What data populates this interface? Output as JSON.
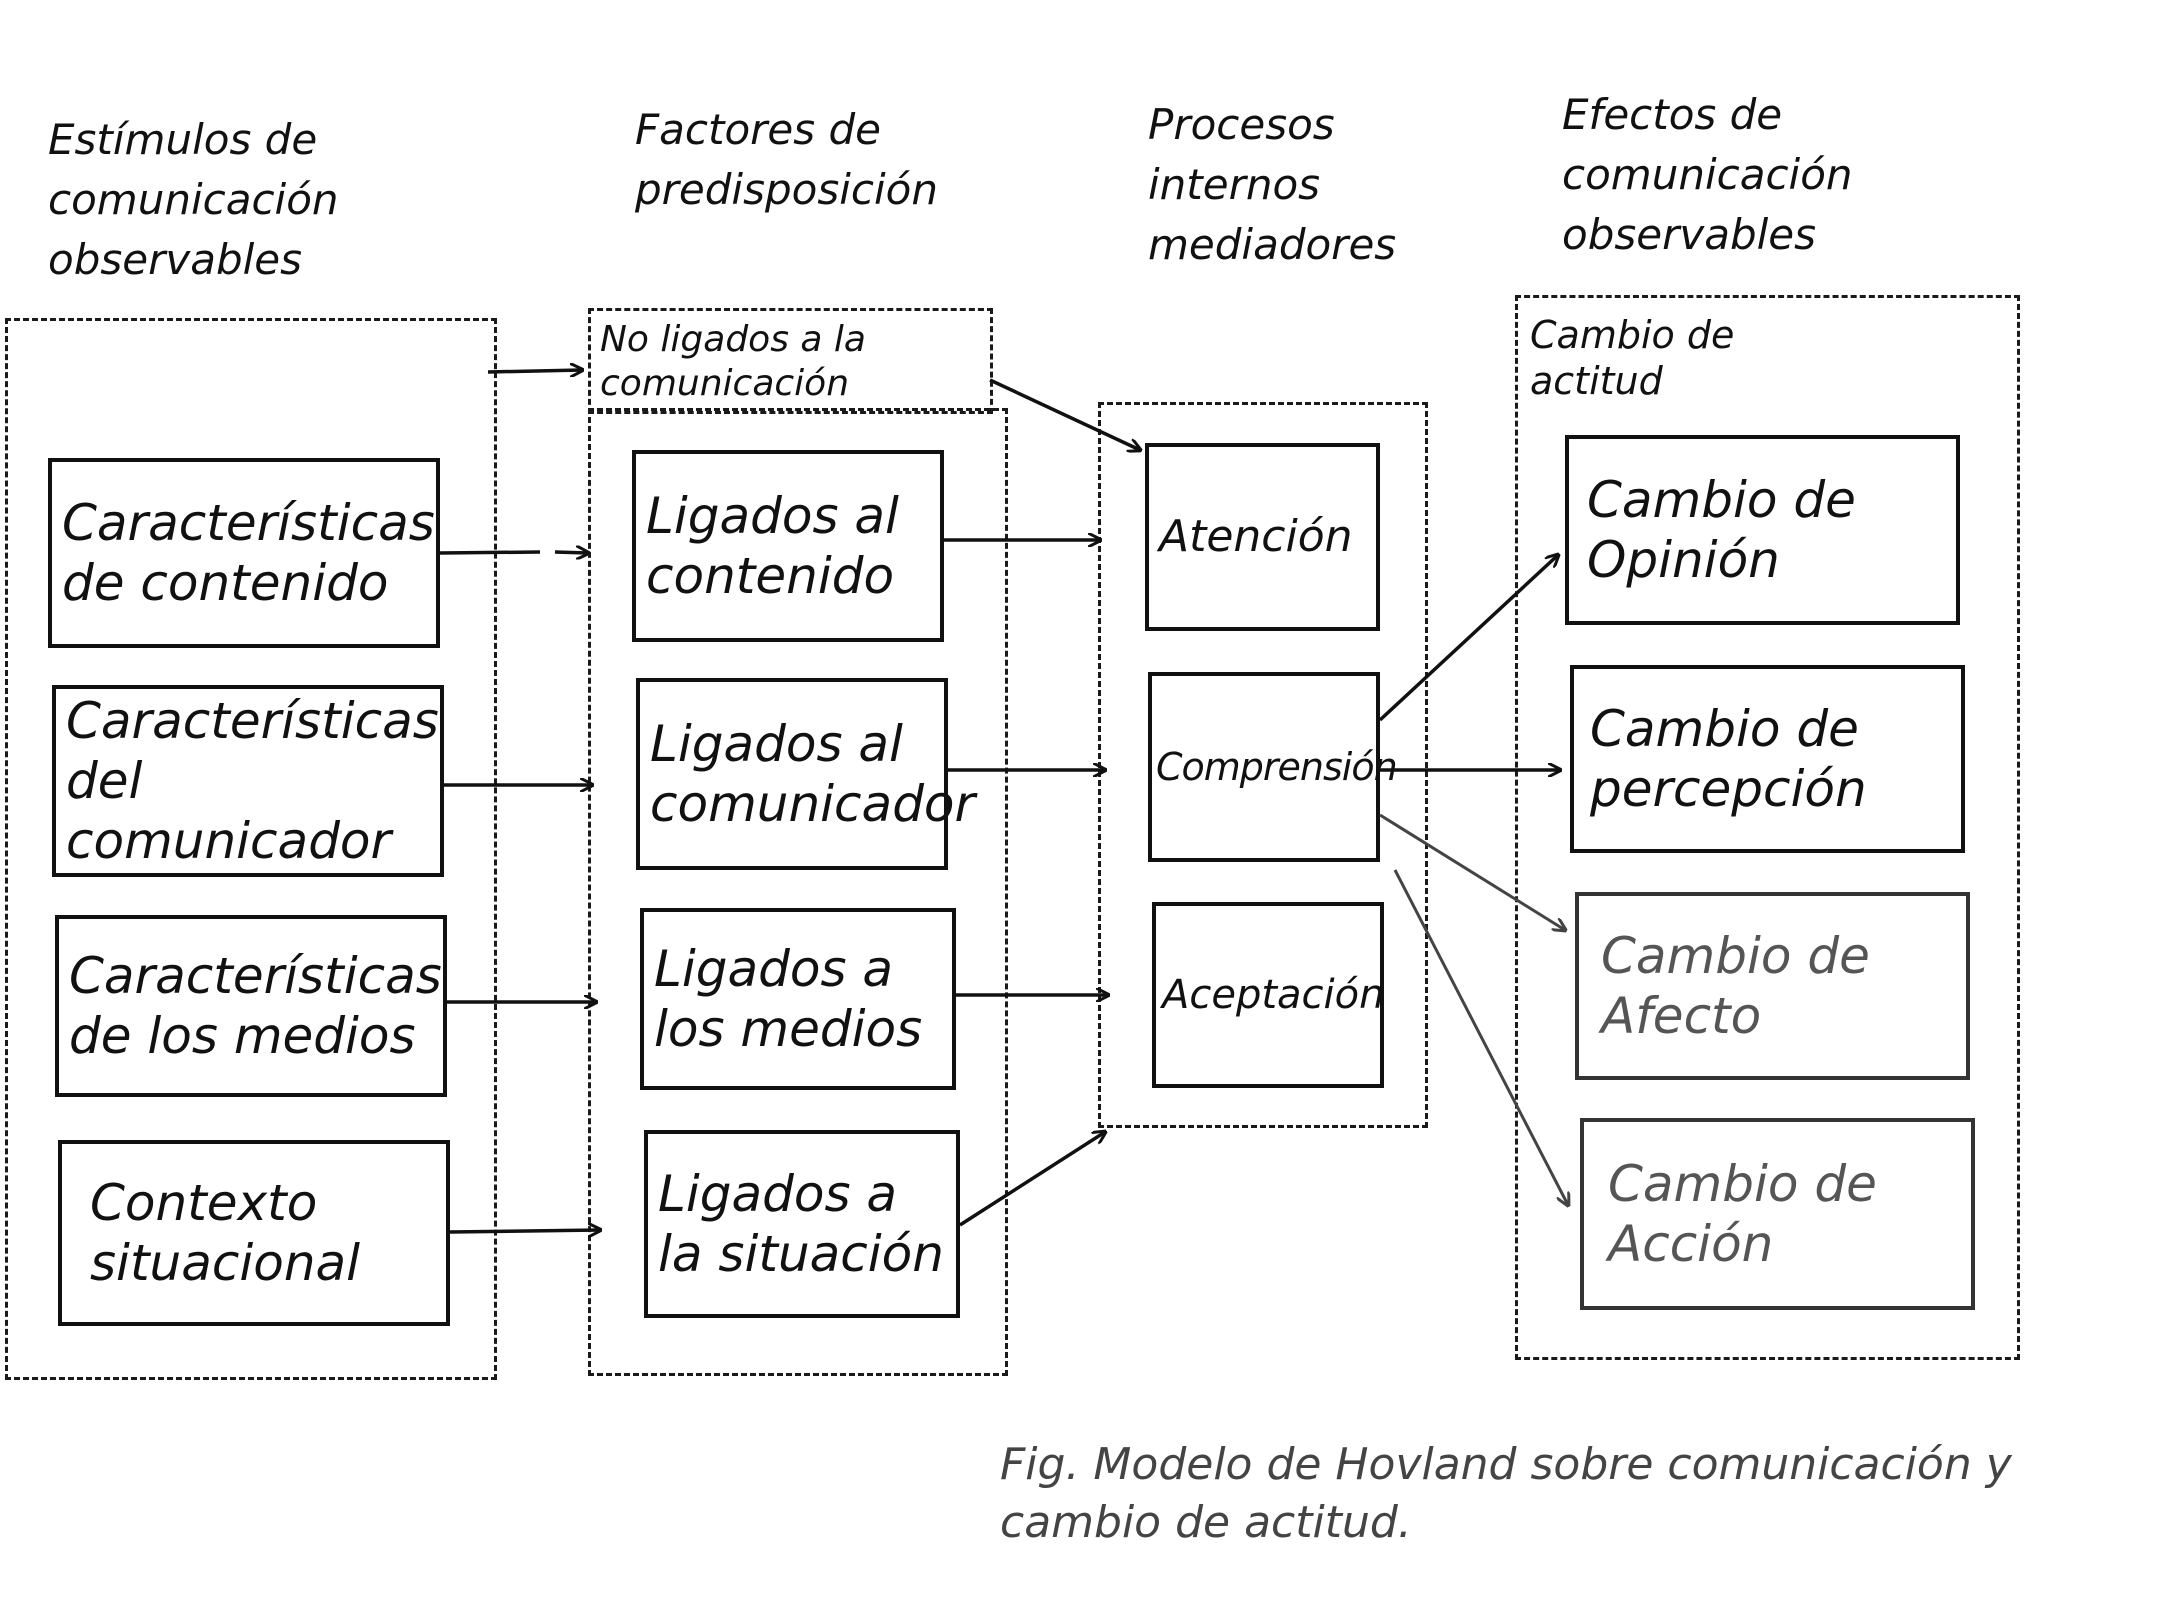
{
  "columns": {
    "stimuli": "Estímulos de comunicación observables",
    "predisposition": "Factores de predisposición",
    "processes": "Procesos internos mediadores",
    "effects": "Efectos de comunicación observables"
  },
  "groups": {
    "not_linked": "No ligados a la comunicación",
    "attitude_change": "Cambio de actitud"
  },
  "stimuli_boxes": [
    "Características de contenido",
    "Características del comunicador",
    "Características de los medios",
    "Contexto situacional"
  ],
  "predisposition_boxes": [
    "Ligados al contenido",
    "Ligados al comunicador",
    "Ligados a los medios",
    "Ligados a la situación"
  ],
  "process_boxes": [
    "Atención",
    "Comprensión",
    "Aceptación"
  ],
  "effect_boxes": [
    "Cambio de Opinión",
    "Cambio de percepción",
    "Cambio de Afecto",
    "Cambio de Acción"
  ],
  "caption": "Fig. Modelo de Hovland sobre comunicación y cambio de actitud."
}
